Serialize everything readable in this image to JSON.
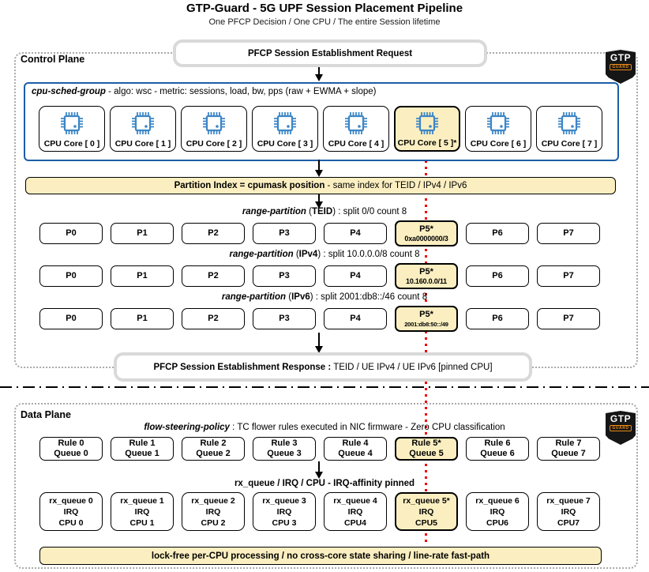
{
  "page": {
    "title": "GTP-Guard - 5G UPF Session Placement Pipeline",
    "subtitle": "One PFCP Decision / One CPU / The entire Session lifetime"
  },
  "colors": {
    "highlight_yellow": "#fbefc1",
    "sched_border_blue": "#1c5ea8",
    "cpu_icon_blue": "#3d86c6",
    "pinned_line_red": "#ee0000",
    "msgbox_border_gray": "#d9d9d9"
  },
  "logo": {
    "top": "GTP",
    "bottom": "GUARD"
  },
  "control_plane": {
    "label": "Control Plane",
    "request_label": "PFCP Session Establishment Request",
    "sched_group": {
      "name": "cpu-sched-group",
      "desc": " - algo: wsc - metric: sessions, load, bw, pps (raw + EWMA + slope)",
      "cores": [
        {
          "label": "CPU Core [ 0 ]",
          "highlighted": false
        },
        {
          "label": "CPU Core [ 1 ]",
          "highlighted": false
        },
        {
          "label": "CPU Core [ 2 ]",
          "highlighted": false
        },
        {
          "label": "CPU Core [ 3 ]",
          "highlighted": false
        },
        {
          "label": "CPU Core [ 4 ]",
          "highlighted": false
        },
        {
          "label": "CPU Core [ 5 ]*",
          "highlighted": true
        },
        {
          "label": "CPU Core [ 6 ]",
          "highlighted": false
        },
        {
          "label": "CPU Core [ 7 ]",
          "highlighted": false
        }
      ]
    },
    "partition_bar": {
      "bold": "Partition Index = cpumask position",
      "rest": " - same index for TEID / IPv4 / IPv6"
    },
    "partitions": [
      {
        "name": "range-partition",
        "key": "TEID",
        "desc": " : split 0/0 count 8",
        "cells": [
          {
            "label": "P0"
          },
          {
            "label": "P1"
          },
          {
            "label": "P2"
          },
          {
            "label": "P3"
          },
          {
            "label": "P4"
          },
          {
            "label": "P5*",
            "value": "0xa0000000/3",
            "highlighted": true
          },
          {
            "label": "P6"
          },
          {
            "label": "P7"
          }
        ]
      },
      {
        "name": "range-partition",
        "key": "IPv4",
        "desc": " : split 10.0.0.0/8 count 8",
        "cells": [
          {
            "label": "P0"
          },
          {
            "label": "P1"
          },
          {
            "label": "P2"
          },
          {
            "label": "P3"
          },
          {
            "label": "P4"
          },
          {
            "label": "P5*",
            "value": "10.160.0.0/11",
            "highlighted": true
          },
          {
            "label": "P6"
          },
          {
            "label": "P7"
          }
        ]
      },
      {
        "name": "range-partition",
        "key": "IPv6",
        "desc": " : split 2001:db8::/46 count 8",
        "cells": [
          {
            "label": "P0"
          },
          {
            "label": "P1"
          },
          {
            "label": "P2"
          },
          {
            "label": "P3"
          },
          {
            "label": "P4"
          },
          {
            "label": "P5*",
            "value": "2001:db8:50::/49",
            "highlighted": true
          },
          {
            "label": "P6"
          },
          {
            "label": "P7"
          }
        ]
      }
    ],
    "response": {
      "bold": "PFCP Session Establishment Response :",
      "rest": " TEID / UE IPv4 / UE IPv6 [pinned CPU]"
    }
  },
  "data_plane": {
    "label": "Data Plane",
    "flow_policy": {
      "name": "flow-steering-policy",
      "desc": " : TC flower rules executed in NIC firmware - Zero CPU classification"
    },
    "rules": [
      {
        "line1": "Rule 0",
        "line2": "Queue 0",
        "highlighted": false
      },
      {
        "line1": "Rule 1",
        "line2": "Queue 1",
        "highlighted": false
      },
      {
        "line1": "Rule 2",
        "line2": "Queue 2",
        "highlighted": false
      },
      {
        "line1": "Rule 3",
        "line2": "Queue 3",
        "highlighted": false
      },
      {
        "line1": "Rule 4",
        "line2": "Queue 4",
        "highlighted": false
      },
      {
        "line1": "Rule 5*",
        "line2": "Queue 5",
        "highlighted": true
      },
      {
        "line1": "Rule 6",
        "line2": "Queue 6",
        "highlighted": false
      },
      {
        "line1": "Rule 7",
        "line2": "Queue 7",
        "highlighted": false
      }
    ],
    "rx_label": "rx_queue / IRQ / CPU - IRQ-affinity pinned",
    "rx_queues": [
      {
        "line1": "rx_queue 0",
        "line2": "IRQ",
        "line3": "CPU 0",
        "highlighted": false
      },
      {
        "line1": "rx_queue 1",
        "line2": "IRQ",
        "line3": "CPU 1",
        "highlighted": false
      },
      {
        "line1": "rx_queue 2",
        "line2": "IRQ",
        "line3": "CPU 2",
        "highlighted": false
      },
      {
        "line1": "rx_queue 3",
        "line2": "IRQ",
        "line3": "CPU 3",
        "highlighted": false
      },
      {
        "line1": "rx_queue 4",
        "line2": "IRQ",
        "line3": "CPU4",
        "highlighted": false
      },
      {
        "line1": "rx_queue 5*",
        "line2": "IRQ",
        "line3": "CPU5",
        "highlighted": true
      },
      {
        "line1": "rx_queue 6",
        "line2": "IRQ",
        "line3": "CPU6",
        "highlighted": false
      },
      {
        "line1": "rx_queue 7",
        "line2": "IRQ",
        "line3": "CPU7",
        "highlighted": false
      }
    ],
    "bottom_bar": "lock-free per-CPU processing / no cross-core state sharing / line-rate fast-path"
  }
}
